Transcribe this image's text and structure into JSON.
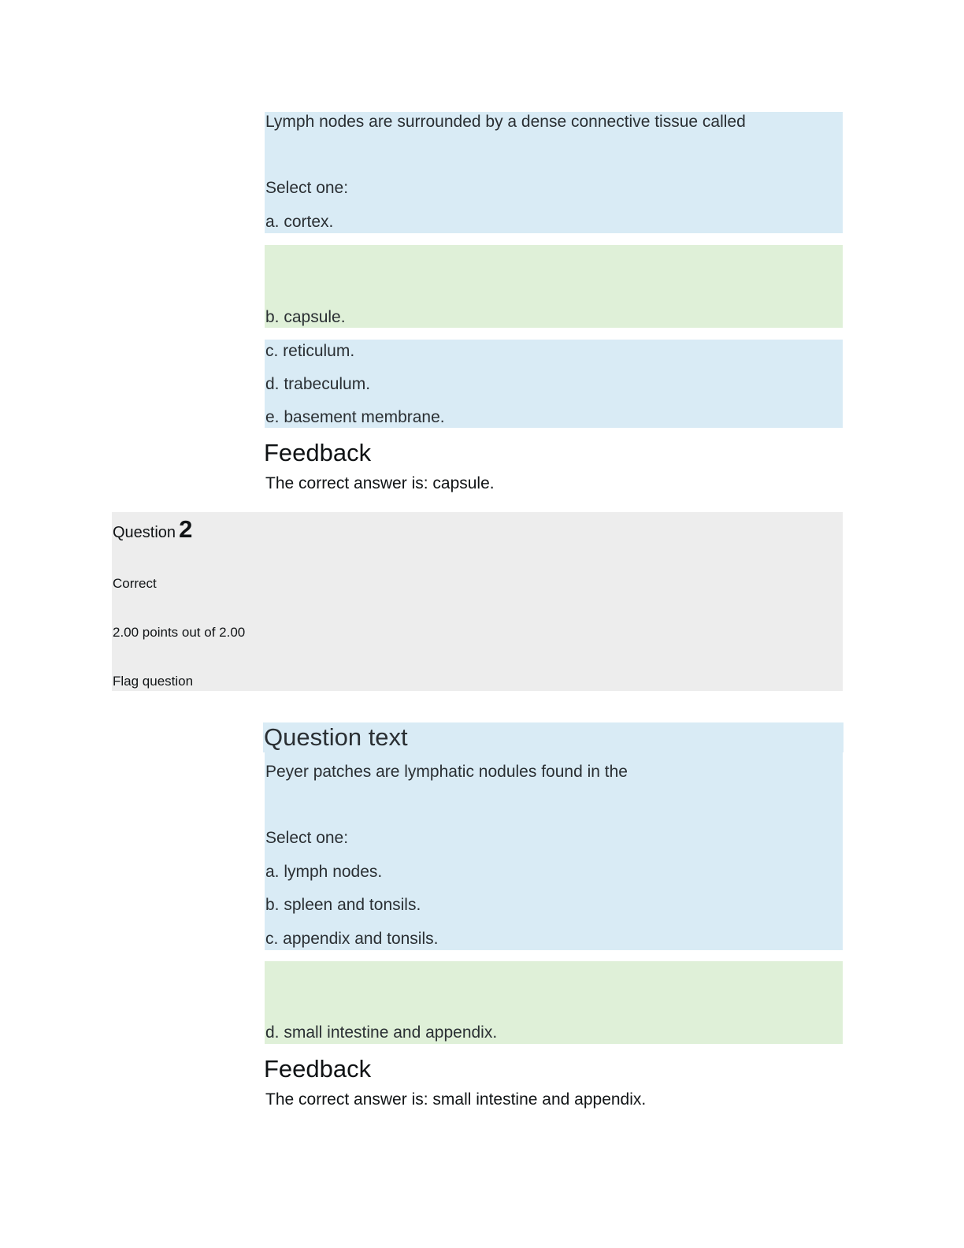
{
  "question1": {
    "text": "Lymph nodes are surrounded by a dense connective tissue called",
    "prompt": "Select one:",
    "options": [
      "a. cortex.",
      "b. capsule.",
      "c. reticulum.",
      "d. trabeculum.",
      "e. basement membrane."
    ],
    "feedback_title": "Feedback",
    "feedback_text": "The correct answer is: capsule."
  },
  "question2_info": {
    "label": "Question",
    "number": "2",
    "state": "Correct",
    "grade": "2.00 points out of 2.00",
    "flag": "Flag question"
  },
  "question2": {
    "heading": "Question text",
    "text": "Peyer patches are lymphatic nodules found in the",
    "prompt": "Select one:",
    "options": [
      "a. lymph nodes.",
      "b. spleen and tonsils.",
      "c. appendix and tonsils.",
      "d. small intestine and appendix."
    ],
    "feedback_title": "Feedback",
    "feedback_text": "The correct answer is: small intestine and appendix."
  },
  "colors": {
    "question_bg": "#d9ebf5",
    "correct_answer_bg": "#dff0d8",
    "info_bg": "#ededed"
  }
}
